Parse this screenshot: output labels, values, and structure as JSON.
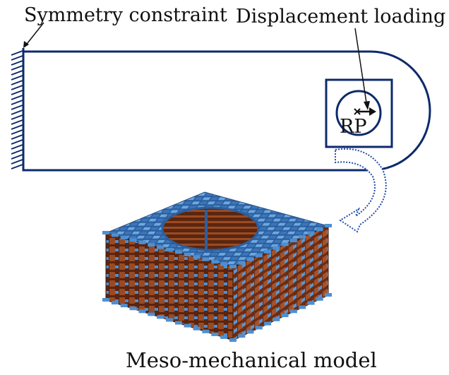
{
  "labels": {
    "symmetry": "Symmetry constraint",
    "displacement": "Displacement loading",
    "rp": "RP",
    "meso": "Meso-mechanical model"
  },
  "colors": {
    "outline": "#0d2a6b",
    "hatch": "#0d2a6b",
    "arrow": "#1f4aa8",
    "yarn_blue": "#4f8fcf",
    "yarn_brown": "#8a3a1e",
    "text": "#111111"
  },
  "icons": {
    "support": "hatched-fixed-support",
    "transition": "curved-dotted-arrow"
  }
}
